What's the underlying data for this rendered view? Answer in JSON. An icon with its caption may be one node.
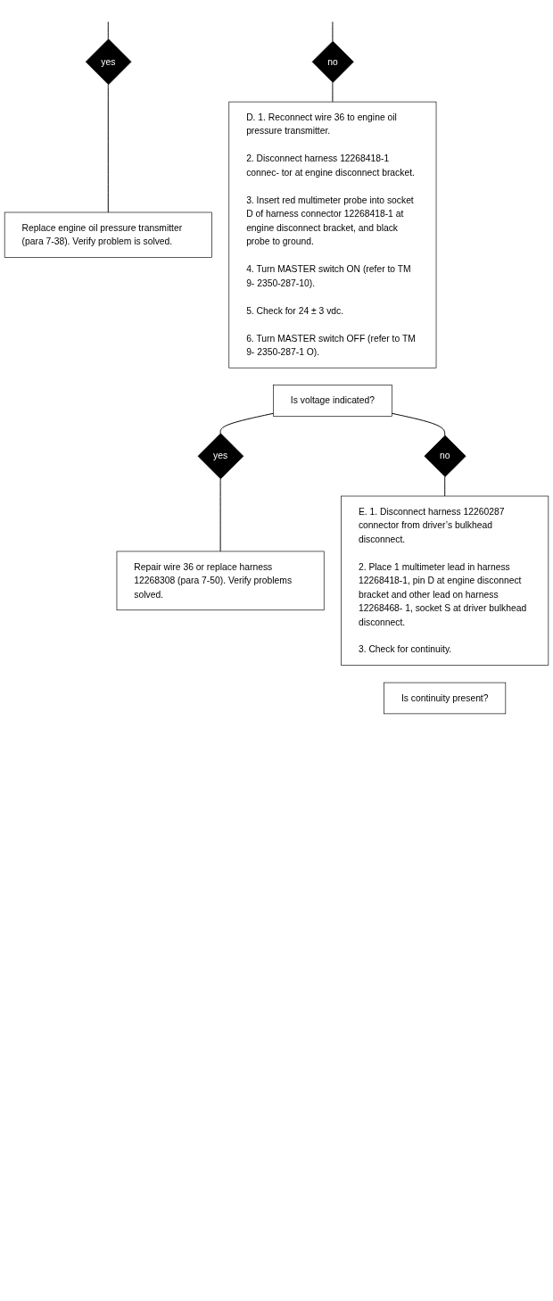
{
  "diagram": {
    "nodes": [
      {
        "text": [
          "no"
        ]
      },
      {
        "text": [
          "yes"
        ]
      },
      {
        "text": [
          "Replace engine oil pressure transmitter (para 7-38). Verify problem is solved."
        ]
      },
      {
        "text": [
          "D. 1. Reconnect wire 36 to engine oil pressure transmitter.",
          "2. Disconnect harness 12268418-1 connec- tor at engine disconnect bracket.",
          "3. Insert red multimeter probe into socket D of harness connector 12268418-1 at engine disconnect bracket, and black probe to ground.",
          "4. Turn MASTER switch ON (refer to TM 9- 2350-287-10).",
          "5. Check for 24 ± 3 vdc.",
          "6. Turn MASTER switch OFF (refer to TM 9- 2350-287-1 O)."
        ]
      },
      {
        "text": [
          "Is voltage indicated?"
        ]
      },
      {
        "text": [
          "no"
        ]
      },
      {
        "text": [
          "yes"
        ]
      },
      {
        "text": [
          "Repair wire 36 or replace harness 12268308 (para 7-50). Verify problems solved."
        ]
      },
      {
        "text": [
          "E. 1. Disconnect harness 12260287 connector from driver’s bulkhead disconnect.",
          "2. Place 1 multimeter lead in harness 12268418-1, pin D at engine disconnect bracket and other lead on harness 12268468- 1, socket S at driver bulkhead disconnect.",
          "3. Check for continuity."
        ]
      },
      {
        "text": [
          "Is continuity present?"
        ]
      }
    ],
    "edges": [
      {
        "from": null,
        "to": 0,
        "arrow": "none"
      },
      {
        "from": null,
        "to": 1,
        "arrow": "none"
      },
      {
        "from": 1,
        "to": 2,
        "arrow": "none"
      },
      {
        "from": 0,
        "to": 3,
        "arrow": "none"
      },
      {
        "from": 4,
        "to": 5,
        "arrow": "none"
      },
      {
        "from": 4,
        "to": 6,
        "arrow": "none"
      },
      {
        "from": 6,
        "to": 7,
        "arrow": "none"
      },
      {
        "from": 5,
        "to": 8,
        "arrow": "none"
      }
    ]
  }
}
